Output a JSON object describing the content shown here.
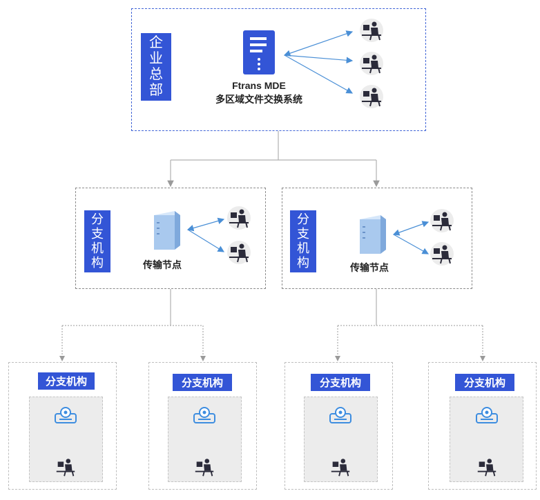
{
  "hq": {
    "label_chars": [
      "企",
      "业",
      "总",
      "部"
    ],
    "system_name": "Ftrans MDE",
    "system_desc": "多区域文件交换系统"
  },
  "branches": [
    {
      "label_chars": [
        "分",
        "支",
        "机",
        "构"
      ],
      "node_label": "传输节点"
    },
    {
      "label_chars": [
        "分",
        "支",
        "机",
        "构"
      ],
      "node_label": "传输节点"
    }
  ],
  "leaves": [
    {
      "label": "分支机构"
    },
    {
      "label": "分支机构"
    },
    {
      "label": "分支机构"
    },
    {
      "label": "分支机构"
    }
  ],
  "colors": {
    "accent": "#3355d6",
    "arrow": "#4a8fd6",
    "connector": "#a8a8a8",
    "server": "#a9c9ee"
  },
  "icons": {
    "user": "user-at-desk-icon",
    "server": "server-icon",
    "device": "transfer-device-icon"
  }
}
